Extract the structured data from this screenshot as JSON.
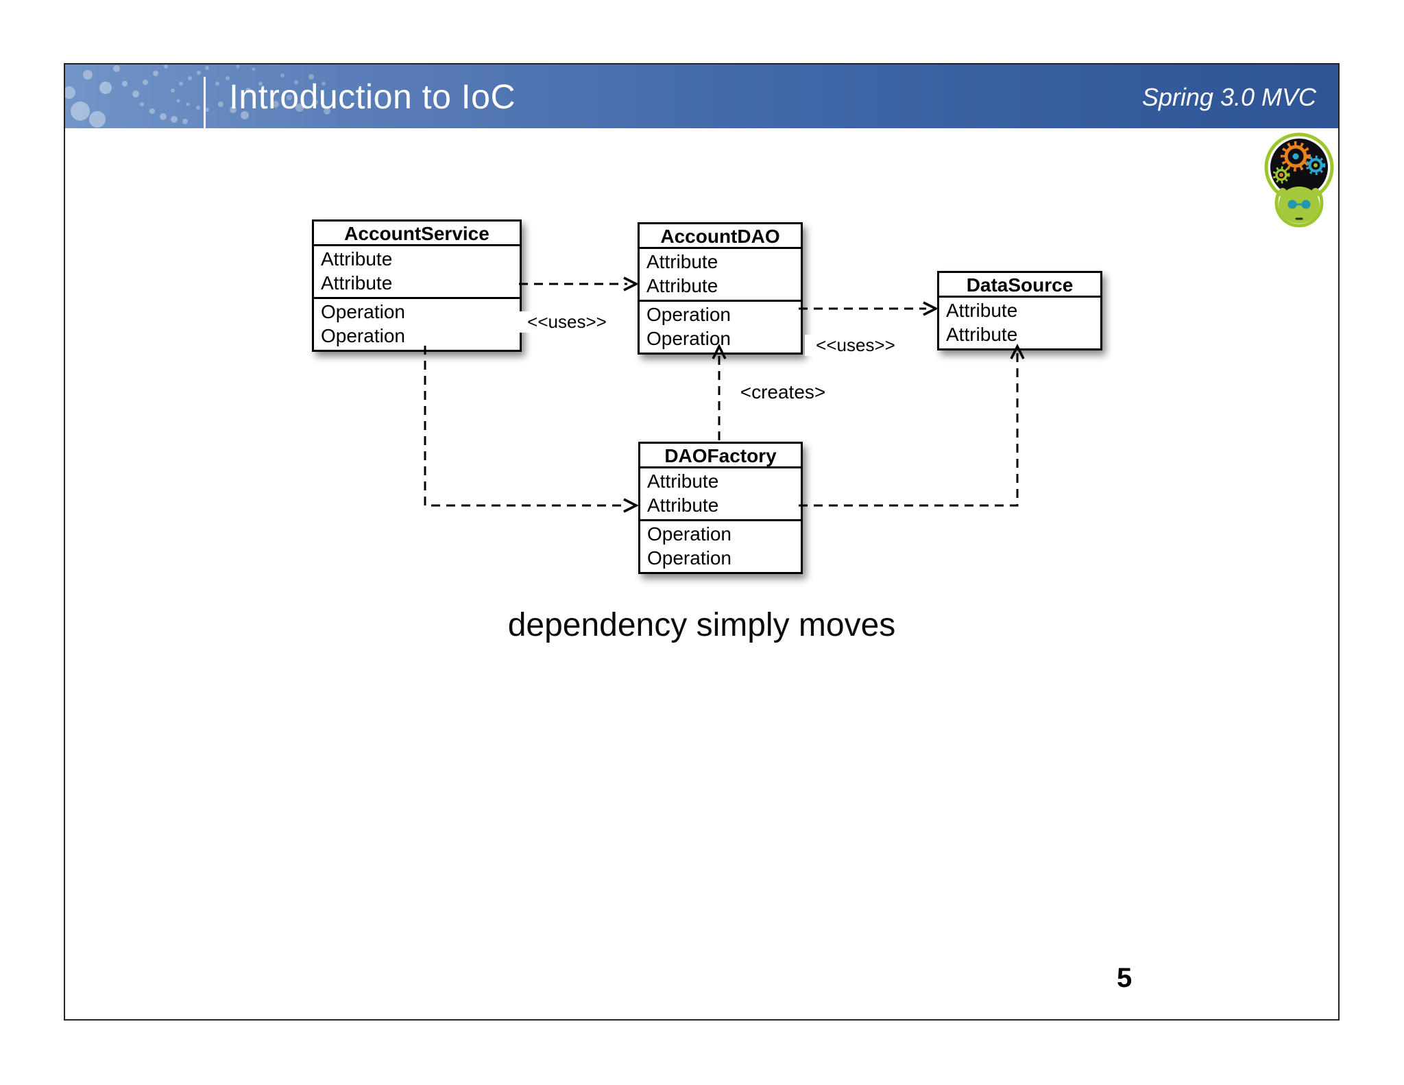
{
  "slide": {
    "header": {
      "title": "Introduction to IoC",
      "course": "Spring 3.0 MVC"
    },
    "logo": {
      "icon": "gear-head-mascot-logo",
      "ring_color": "#9dc62e",
      "gear_orange": "#e8821e",
      "gear_blue": "#29a9cf",
      "face_green": "#a5c93c"
    },
    "diagram": {
      "classes": [
        {
          "name": "AccountService",
          "attributes": [
            "Attribute",
            "Attribute"
          ],
          "operations": [
            "Operation",
            "Operation"
          ]
        },
        {
          "name": "AccountDAO",
          "attributes": [
            "Attribute",
            "Attribute"
          ],
          "operations": [
            "Operation",
            "Operation"
          ]
        },
        {
          "name": "DataSource",
          "attributes": [
            "Attribute",
            "Attribute"
          ],
          "operations": []
        },
        {
          "name": "DAOFactory",
          "attributes": [
            "Attribute",
            "Attribute"
          ],
          "operations": [
            "Operation",
            "Operation"
          ]
        }
      ],
      "relations": [
        {
          "from": "AccountService",
          "to": "AccountDAO",
          "label": "<<uses>>"
        },
        {
          "from": "AccountDAO",
          "to": "DataSource",
          "label": "<<uses>>"
        },
        {
          "from": "DAOFactory",
          "to": "AccountDAO",
          "label": "<creates>"
        },
        {
          "from": "AccountService",
          "to": "DAOFactory",
          "label": ""
        },
        {
          "from": "DAOFactory",
          "to": "DataSource",
          "label": ""
        }
      ]
    },
    "caption": "dependency simply moves",
    "page_number": "5",
    "colors": {
      "header_gradient_left": "#7295c8",
      "header_gradient_right": "#2e5495",
      "slide_border": "#222222",
      "text": "#000000"
    }
  }
}
